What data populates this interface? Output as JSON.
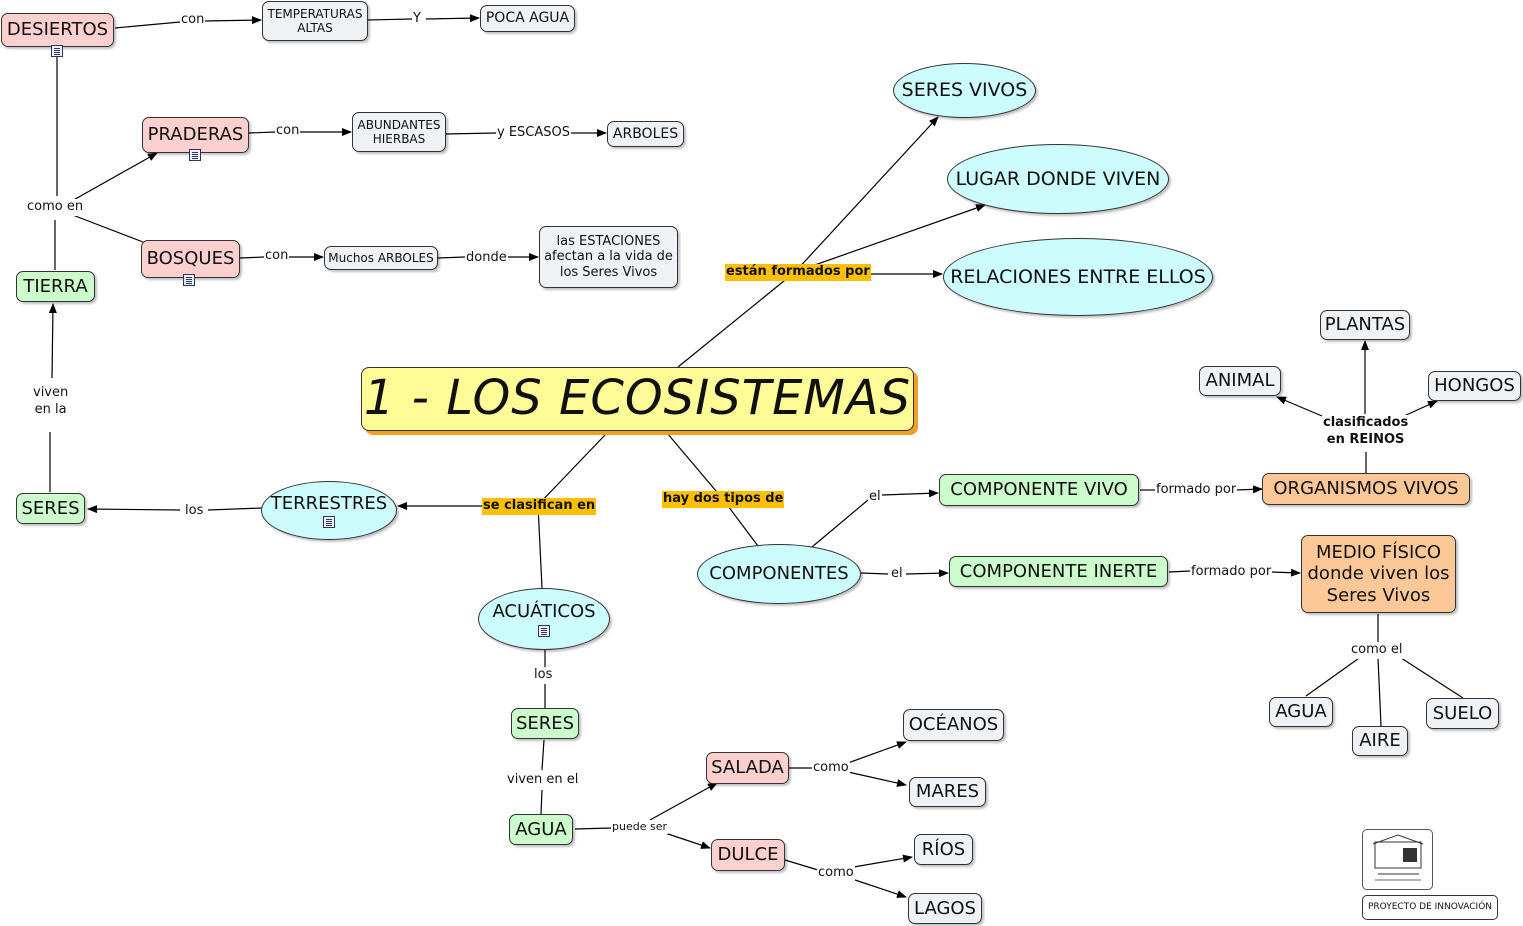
{
  "nodes": {
    "main": "1 - LOS ECOSISTEMAS",
    "seres_vivos": "SERES VIVOS",
    "lugar": "LUGAR DONDE VIVEN",
    "relaciones": "RELACIONES ENTRE ELLOS",
    "desiertos": "DESIERTOS",
    "temperaturas": "TEMPERATURAS\nALTAS",
    "poca_agua": "POCA AGUA",
    "praderas": "PRADERAS",
    "abundantes": "ABUNDANTES\nHIERBAS",
    "arboles": "ARBOLES",
    "bosques": "BOSQUES",
    "muchos_arboles": "Muchos ARBOLES",
    "estaciones": "las ESTACIONES\nafectan a la vida de\nlos Seres Vivos",
    "tierra": "TIERRA",
    "seres_tierra": "SERES",
    "terrestres": "TERRESTRES",
    "acuaticos": "ACUÁTICOS",
    "seres_agua": "SERES",
    "agua_acua": "AGUA",
    "salada": "SALADA",
    "dulce": "DULCE",
    "oceanos": "OCÉANOS",
    "mares": "MARES",
    "rios": "RÍOS",
    "lagos": "LAGOS",
    "componentes": "COMPONENTES",
    "comp_vivo": "COMPONENTE VIVO",
    "comp_inerte": "COMPONENTE INERTE",
    "organismos": "ORGANISMOS VIVOS",
    "medio": "MEDIO FÍSICO\ndonde viven los\nSeres Vivos",
    "plantas": "PLANTAS",
    "animal": "ANIMAL",
    "hongos": "HONGOS",
    "agua_medio": "AGUA",
    "aire": "AIRE",
    "suelo": "SUELO",
    "logo_caption": "PROYECTO DE INNOVACIÓN"
  },
  "links": {
    "estan_formados": "están formados por",
    "se_clasifican": "se clasifican en",
    "hay_dos_tipos": "hay dos tipos de",
    "con1": "con",
    "y1": "Y",
    "con2": "con",
    "y_escasos": "y ESCASOS",
    "con3": "con",
    "donde": "donde",
    "como_en": "como en",
    "viven_en_la": "viven\nen la",
    "los1": "los",
    "los2": "los",
    "viven_en_el": "viven en el",
    "puede_ser": "puede ser",
    "como1": "como",
    "como2": "como",
    "el1": "el",
    "el2": "el",
    "formado_por1": "formado por",
    "formado_por2": "formado por",
    "clasificados": "clasificados\nen REINOS",
    "como_el": "como el"
  },
  "colors": {
    "main": "#fffc98",
    "cyan": "#ccfcfc",
    "green": "#ccfccc",
    "pink": "#fdd0d0",
    "gray": "#eef2f4",
    "orange": "#fcc898",
    "highlight": "#fcc000"
  }
}
